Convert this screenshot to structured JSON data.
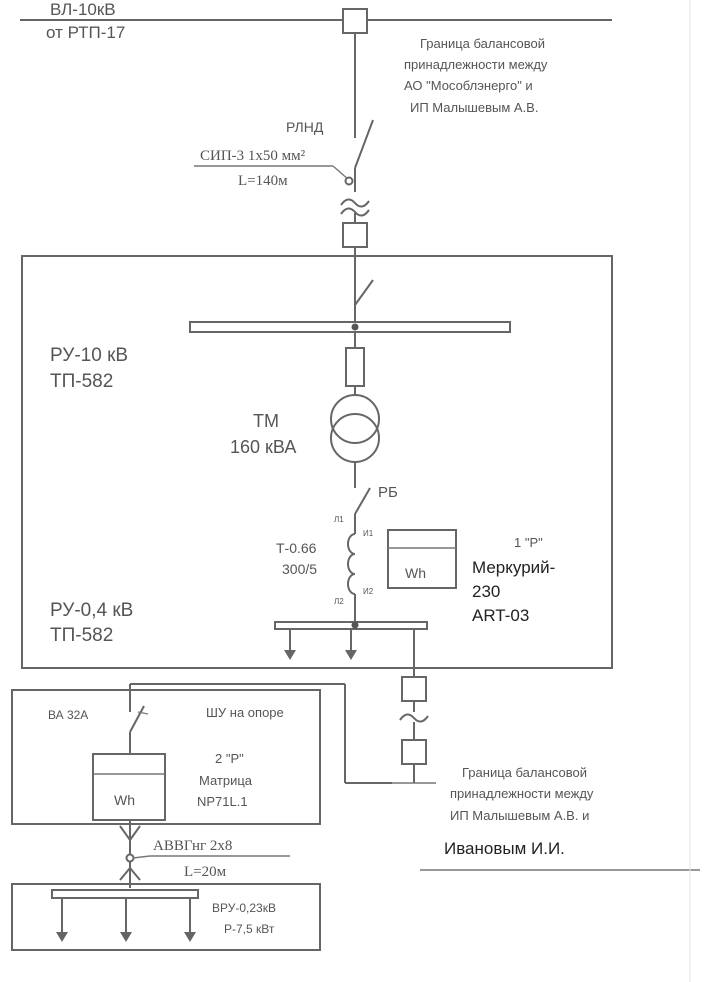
{
  "labels": {
    "line_top_1": "ВЛ-10кВ",
    "line_top_2": "от РТП-17",
    "boundary1_l1": "Граница балансовой",
    "boundary1_l2": "принадлежности между",
    "boundary1_l3": "АО \"Мособлэнерго\" и",
    "boundary1_l4": "ИП Малышевым А.В.",
    "rlnd": "РЛНД",
    "cable1_l1": "СИП-3 1x50 мм²",
    "cable1_l2": "L=140м",
    "ru10_l1": "РУ-10 кВ",
    "ru10_l2": "ТП-582",
    "tm_l1": "ТМ",
    "tm_l2": "160 кВА",
    "rb": "РБ",
    "ct_l1": "Т-0.66",
    "ct_l2": "300/5",
    "ct_p1": "Л1",
    "ct_i1": "И1",
    "ct_i2": "И2",
    "ct_p2": "Л2",
    "meter1_id": "1 \"Р\"",
    "meter1_l1": "Меркурий-",
    "meter1_l2": "230",
    "meter1_l3": "ART-03",
    "wh": "Wh",
    "ru04_l1": "РУ-0,4 кВ",
    "ru04_l2": "ТП-582",
    "va": "ВА 32А",
    "shu": "ШУ на опоре",
    "meter2_id": "2 \"Р\"",
    "meter2_l1": "Матрица",
    "meter2_l2": "NP71L.1",
    "cable2_l1": "АВВГнг 2x8",
    "cable2_l2": "L=20м",
    "boundary2_l1": "Граница балансовой",
    "boundary2_l2": "принадлежности между",
    "boundary2_l3": "ИП Малышевым А.В. и",
    "boundary2_l4": "Ивановым И.И.",
    "vru_l1": "ВРУ-0,23кВ",
    "vru_l2": "Р-7,5 кВт"
  }
}
